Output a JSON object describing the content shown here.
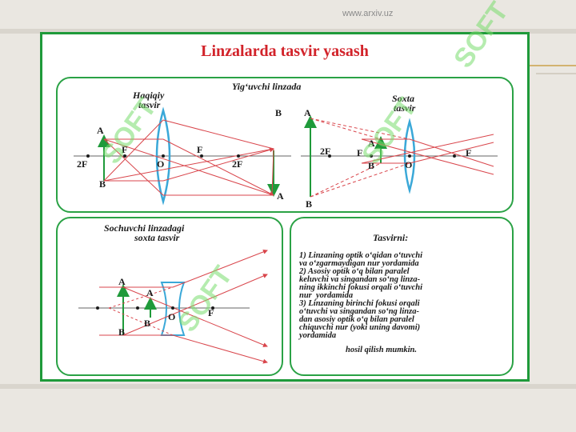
{
  "watermark_url": "www.arxiv.uz",
  "watermark_text": "SOFT",
  "title": "Linzalarda tasvir yasash",
  "converging": {
    "header": "Yig‘uvchi linzada",
    "real_label_1": "Haqiqiy",
    "real_label_2": "tasvir",
    "virtual_label_1": "Soxta",
    "virtual_label_2": "tasvir"
  },
  "diverging": {
    "header_1": "Sochuvchi linzadagi",
    "header_2": "soxta tasvir"
  },
  "points": {
    "a": "A",
    "b": "B",
    "f": "F",
    "f2": "2F",
    "o": "O"
  },
  "notes": {
    "header": "Tasvirni:",
    "lines": [
      "1) Linzaning optik o‘qidan o‘tuvchi",
      "va o‘zgarmaydigan nur yordamida",
      "2) Asosiy optik o‘q bilan paralel",
      "keluvchi va singandan so‘ng linza-",
      "ning ikkinchi fokusi orqali o‘tuvchi",
      "nur  yordamida",
      "3) Linzaning birinchi fokusi orqali",
      "o‘tuvchi va singandan so‘ng linza-",
      "dan asosiy optik o‘q bilan paralel",
      "chiquvchi nur (yoki uning davomi)",
      "yordamida"
    ],
    "footer": "hosil qilish mumkin."
  },
  "colors": {
    "border": "#2aa245",
    "title": "#d2232a",
    "ray": "#d9464c",
    "lens": "#3aa8d8",
    "arrow": "#1f9a3a"
  }
}
